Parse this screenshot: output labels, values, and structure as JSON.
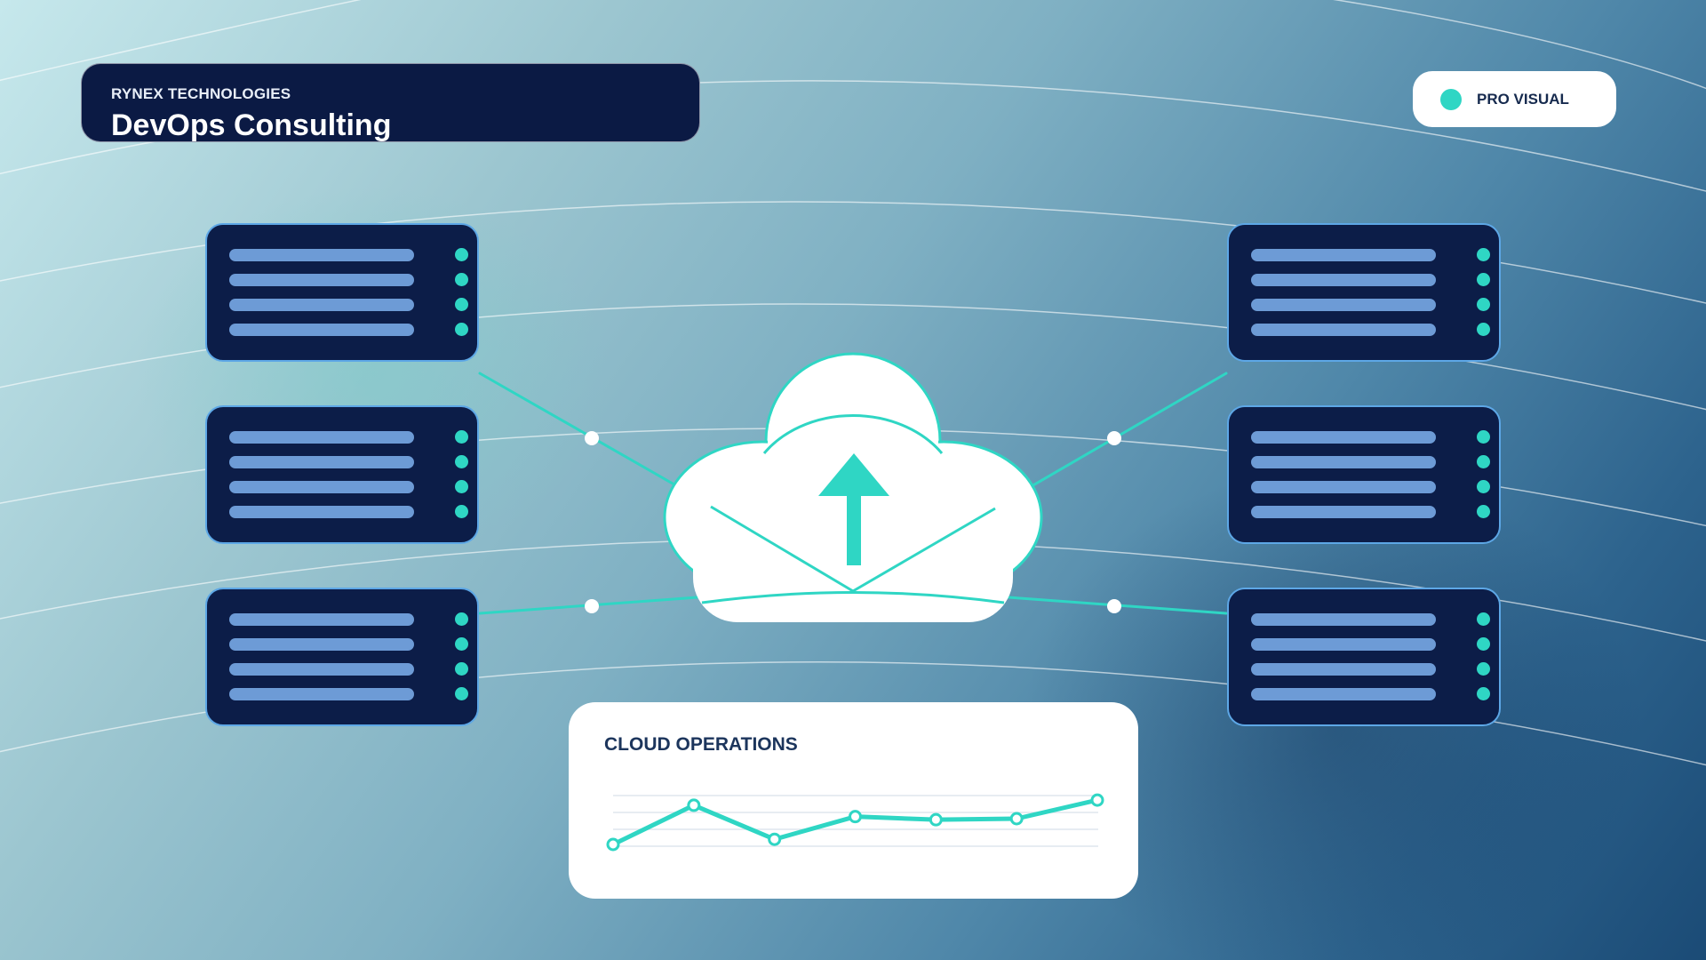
{
  "header": {
    "company": "RYNEX TECHNOLOGIES",
    "title": "DevOps Consulting"
  },
  "badge": {
    "label": "PRO VISUAL"
  },
  "colors": {
    "navy": "#0b1a44",
    "server_bar": "#6d9bd6",
    "teal": "#2fd6c4",
    "server_border": "#5da7e6"
  },
  "icons": {
    "cloud": "cloud-upload-icon",
    "server": "server-rack-icon",
    "status": "status-dot-icon"
  },
  "servers": {
    "left": [
      "rack-1",
      "rack-2",
      "rack-3"
    ],
    "right": [
      "rack-4",
      "rack-5",
      "rack-6"
    ]
  },
  "ops": {
    "title": "CLOUD OPERATIONS"
  },
  "chart_data": {
    "type": "line",
    "title": "CLOUD OPERATIONS",
    "x": [
      1,
      2,
      3,
      4,
      5,
      6,
      7
    ],
    "series": [
      {
        "values": [
          0,
          3.8,
          0.5,
          2.7,
          2.4,
          2.5,
          4.3
        ]
      }
    ],
    "ylim": [
      0,
      5
    ],
    "grid": true,
    "legend": "none"
  }
}
